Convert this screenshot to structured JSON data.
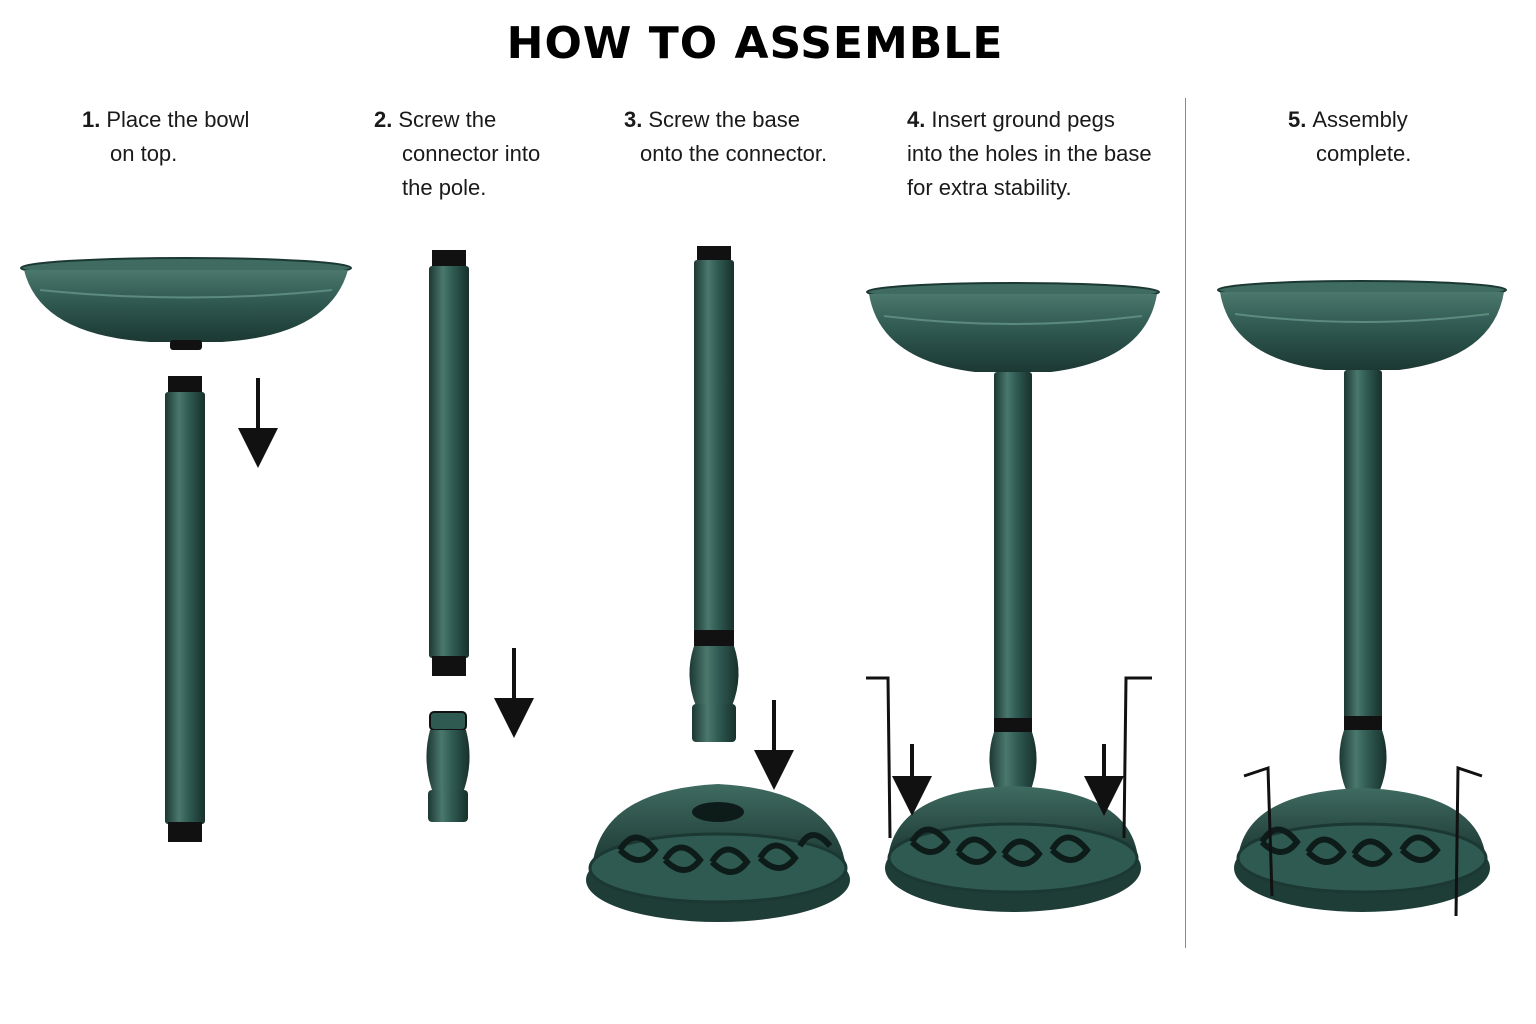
{
  "title": "HOW TO ASSEMBLE",
  "steps": [
    {
      "number": "1.",
      "lines": [
        "Place the bowl",
        "on top."
      ]
    },
    {
      "number": "2.",
      "lines": [
        "Screw the",
        "connector into",
        "the pole."
      ]
    },
    {
      "number": "3.",
      "lines": [
        "Screw the base",
        "onto the connector."
      ]
    },
    {
      "number": "4.",
      "lines": [
        "Insert ground pegs",
        "into the holes in the base",
        "for extra stability."
      ]
    },
    {
      "number": "5.",
      "lines": [
        "Assembly",
        "complete."
      ]
    }
  ],
  "colors": {
    "verdigris": "#2f5a52",
    "verdigris_dark": "#1f3d37",
    "verdigris_light": "#4f7d72",
    "arrow": "#111111",
    "divider": "#8a8a8a"
  }
}
